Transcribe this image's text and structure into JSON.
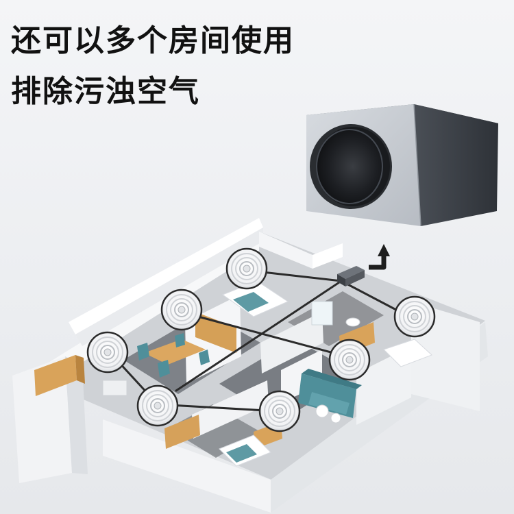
{
  "headline": {
    "line1": "还可以多个房间使用",
    "line2": "排除污浊空气"
  },
  "colors": {
    "text": "#111111",
    "duct": "#2b2b2b",
    "vent_ring": "#bfc3c8",
    "furniture_wood": "#d9a35a",
    "sofa_teal": "#4f8f9a",
    "floor_dark": "#6e7278",
    "arrow": "#1e1e1e"
  },
  "illustration": {
    "product": "ceiling-duct-fan",
    "layout": "isometric-apartment-cutaway",
    "vent_count": 7,
    "exhaust_arrow": "up"
  }
}
